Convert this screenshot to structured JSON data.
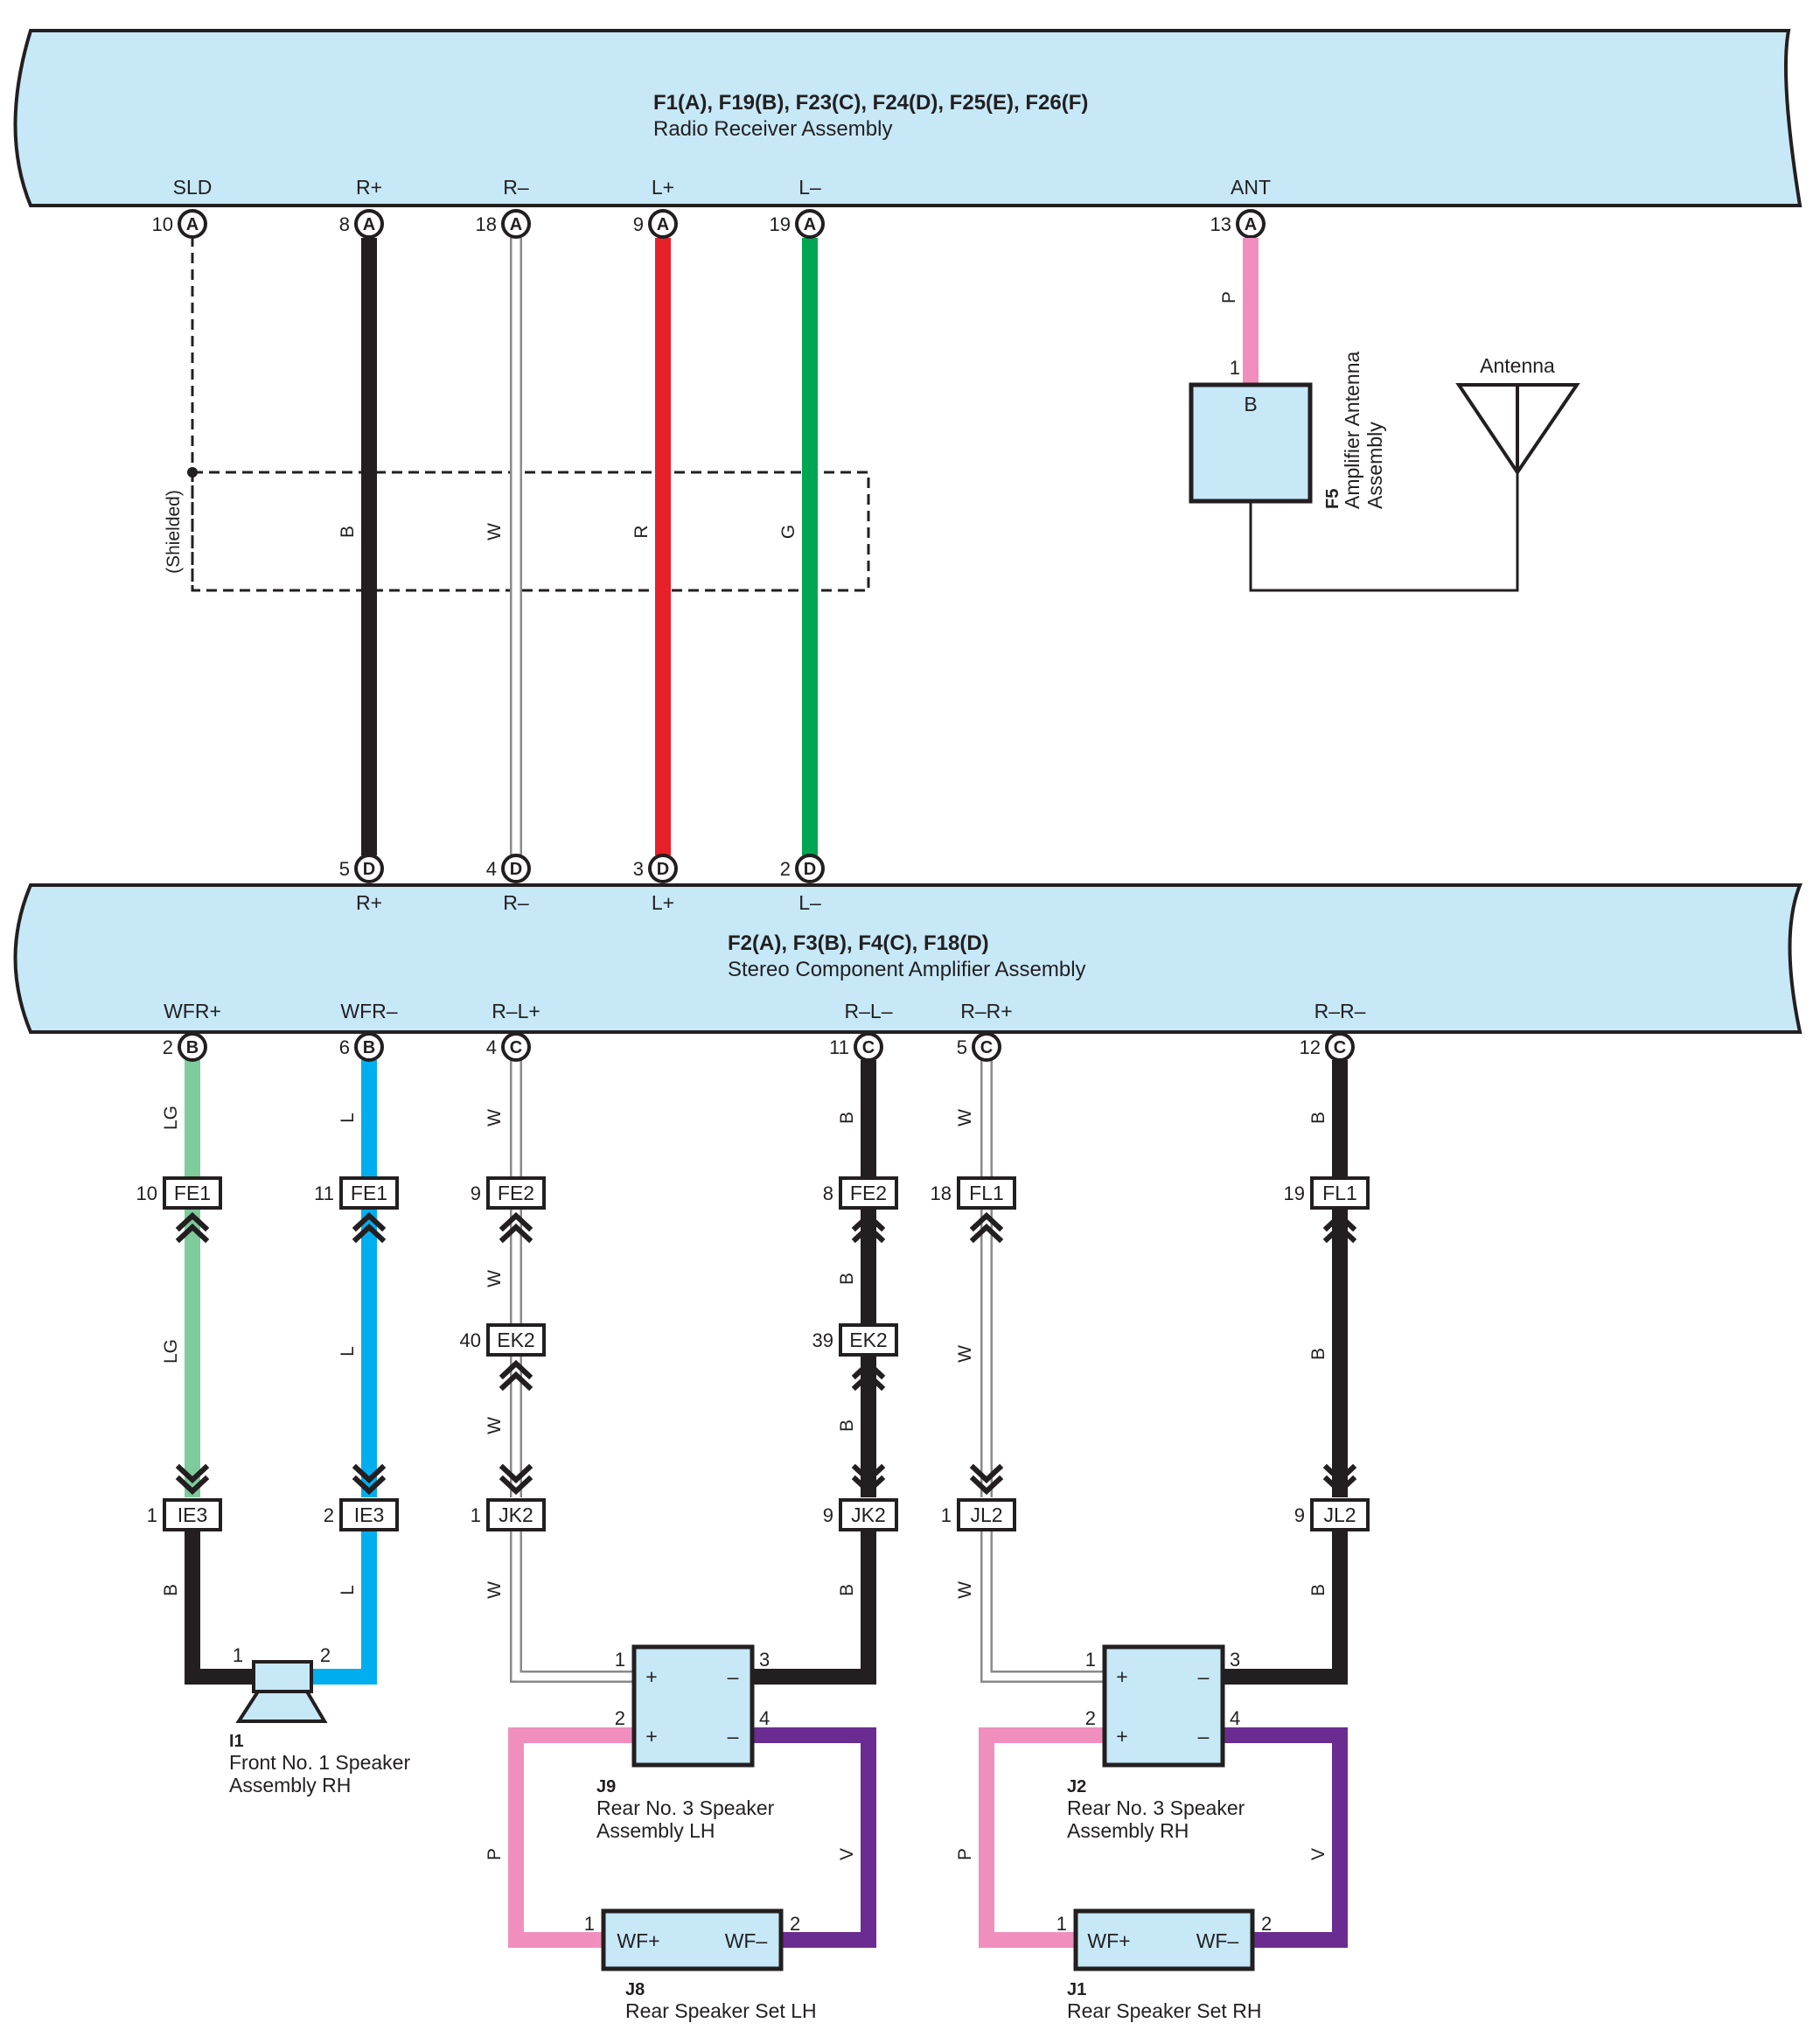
{
  "colors": {
    "assembly_fill": "#c6e8f7",
    "black": "#231f20",
    "white_wire_outline": "#8a8a8a",
    "red": "#e8202a",
    "green": "#00a651",
    "pink": "#f08fbe",
    "light_green": "#7ecb9c",
    "blue": "#00aeef",
    "violet": "#6b2c91"
  },
  "receiver": {
    "title": "F1(A), F19(B), F23(C), F24(D), F25(E), F26(F)",
    "subtitle": "Radio Receiver Assembly",
    "terminals": [
      {
        "name": "SLD",
        "pin": "10",
        "conn": "A"
      },
      {
        "name": "R+",
        "pin": "8",
        "conn": "A"
      },
      {
        "name": "R–",
        "pin": "18",
        "conn": "A"
      },
      {
        "name": "L+",
        "pin": "9",
        "conn": "A"
      },
      {
        "name": "L–",
        "pin": "19",
        "conn": "A"
      },
      {
        "name": "ANT",
        "pin": "13",
        "conn": "A"
      }
    ]
  },
  "shielded_label": "(Shielded)",
  "receiver_wires": [
    {
      "color_code": "B",
      "color_key": "black"
    },
    {
      "color_code": "W",
      "color_key": "white"
    },
    {
      "color_code": "R",
      "color_key": "red"
    },
    {
      "color_code": "G",
      "color_key": "green"
    }
  ],
  "antenna": {
    "wire_code": "P",
    "amp_pin": "1",
    "amp_term": "B",
    "amp_id": "F5",
    "amp_name_line1": "Amplifier Antenna",
    "amp_name_line2": "Assembly",
    "antenna_label": "Antenna"
  },
  "amplifier": {
    "title": "F2(A), F3(B), F4(C), F18(D)",
    "subtitle": "Stereo Component Amplifier Assembly",
    "top_terminals": [
      {
        "name": "R+",
        "pin": "5",
        "conn": "D"
      },
      {
        "name": "R–",
        "pin": "4",
        "conn": "D"
      },
      {
        "name": "L+",
        "pin": "3",
        "conn": "D"
      },
      {
        "name": "L–",
        "pin": "2",
        "conn": "D"
      }
    ],
    "bottom_terminals": [
      {
        "name": "WFR+",
        "pin": "2",
        "conn": "B"
      },
      {
        "name": "WFR–",
        "pin": "6",
        "conn": "B"
      },
      {
        "name": "R–L+",
        "pin": "4",
        "conn": "C"
      },
      {
        "name": "R–L–",
        "pin": "11",
        "conn": "C"
      },
      {
        "name": "R–R+",
        "pin": "5",
        "conn": "C"
      },
      {
        "name": "R–R–",
        "pin": "12",
        "conn": "C"
      }
    ]
  },
  "runs": [
    {
      "c1": {
        "pin": "10",
        "id": "FE1"
      },
      "c2": {
        "pin": "1",
        "id": "IE3"
      },
      "codes": [
        "LG",
        "LG",
        "B"
      ]
    },
    {
      "c1": {
        "pin": "11",
        "id": "FE1"
      },
      "c2": {
        "pin": "2",
        "id": "IE3"
      },
      "codes": [
        "L",
        "L",
        "L"
      ]
    },
    {
      "c1": {
        "pin": "9",
        "id": "FE2"
      },
      "cm": {
        "pin": "40",
        "id": "EK2"
      },
      "c2": {
        "pin": "1",
        "id": "JK2"
      },
      "codes": [
        "W",
        "W",
        "W",
        "W"
      ]
    },
    {
      "c1": {
        "pin": "8",
        "id": "FE2"
      },
      "cm": {
        "pin": "39",
        "id": "EK2"
      },
      "c2": {
        "pin": "9",
        "id": "JK2"
      },
      "codes": [
        "B",
        "B",
        "B",
        "B"
      ]
    },
    {
      "c1": {
        "pin": "18",
        "id": "FL1"
      },
      "c2": {
        "pin": "1",
        "id": "JL2"
      },
      "codes": [
        "W",
        "W",
        "W"
      ]
    },
    {
      "c1": {
        "pin": "19",
        "id": "FL1"
      },
      "c2": {
        "pin": "9",
        "id": "JL2"
      },
      "codes": [
        "B",
        "B",
        "B"
      ]
    }
  ],
  "front_speaker": {
    "pin_a": "1",
    "pin_b": "2",
    "id": "I1",
    "name_line1": "Front No. 1 Speaker",
    "name_line2": "Assembly RH"
  },
  "rear_left": {
    "speaker": {
      "pins": [
        "1",
        "2",
        "3",
        "4"
      ],
      "id": "J9",
      "name_line1": "Rear No. 3 Speaker",
      "name_line2": "Assembly LH"
    },
    "set": {
      "pin_a": "1",
      "pin_b": "2",
      "term_a": "WF+",
      "term_b": "WF–",
      "id": "J8",
      "name": "Rear Speaker Set LH"
    },
    "codes": {
      "left": "P",
      "right": "V"
    }
  },
  "rear_right": {
    "speaker": {
      "pins": [
        "1",
        "2",
        "3",
        "4"
      ],
      "id": "J2",
      "name_line1": "Rear No. 3 Speaker",
      "name_line2": "Assembly RH"
    },
    "set": {
      "pin_a": "1",
      "pin_b": "2",
      "term_a": "WF+",
      "term_b": "WF–",
      "id": "J1",
      "name": "Rear Speaker Set RH"
    },
    "codes": {
      "left": "P",
      "right": "V"
    }
  },
  "signs": {
    "plus": "+",
    "minus": "–"
  }
}
